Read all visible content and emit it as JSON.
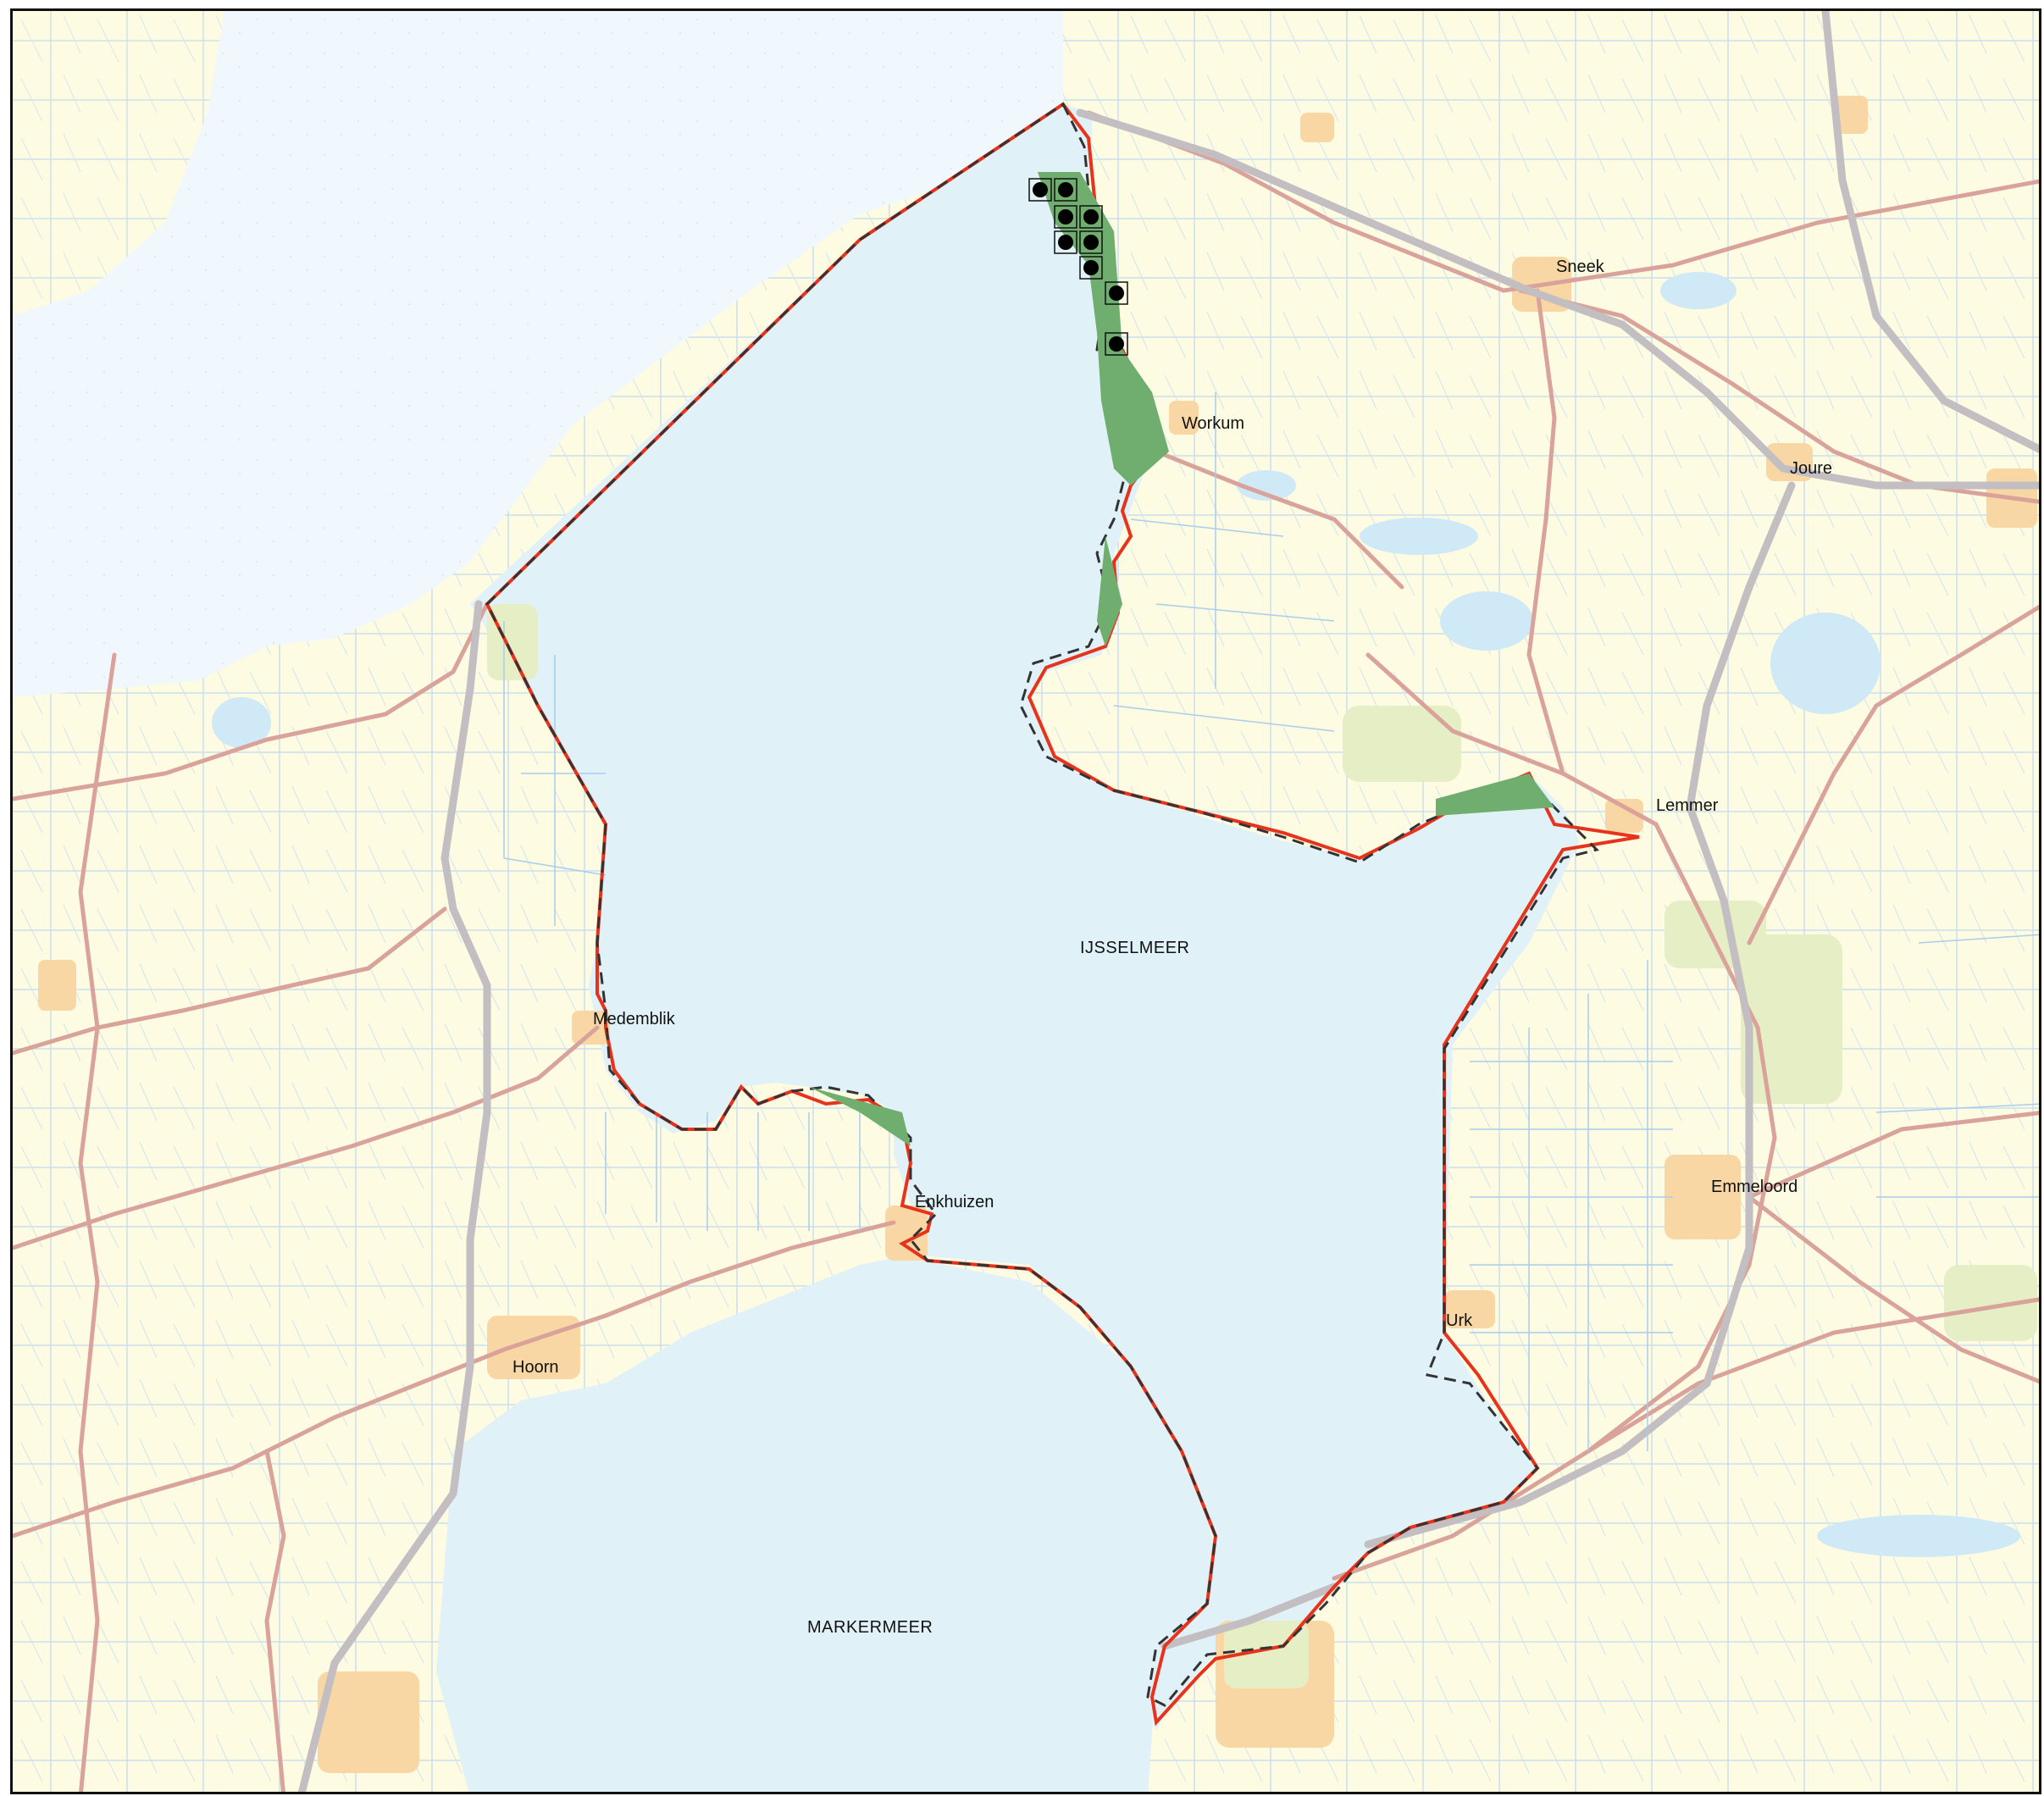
{
  "map": {
    "places": {
      "sneek": "Sneek",
      "workum": "Workum",
      "joure": "Joure",
      "lemmer": "Lemmer",
      "medemblik": "Medemblik",
      "enkhuizen": "Enkhuizen",
      "emmeloord": "Emmeloord",
      "urk": "Urk",
      "hoorn": "Hoorn"
    },
    "water_bodies": {
      "ijsselmeer": "IJSSELMEER",
      "markermeer": "MARKERMEER"
    },
    "colors": {
      "land": "#fdfbe2",
      "lake": "#e0f2f8",
      "waddenzee": "#f1f8fd",
      "boundary_red": "#e8331c",
      "boundary_dashed": "#333333",
      "habitat_green": "#6fae6e",
      "road": "#d9a29a",
      "highway": "#c3bec2",
      "canal": "#a8cdee",
      "urban": "#f8d7a4"
    },
    "marker_count": 9,
    "icons": [
      "observation-dot-icon"
    ]
  }
}
